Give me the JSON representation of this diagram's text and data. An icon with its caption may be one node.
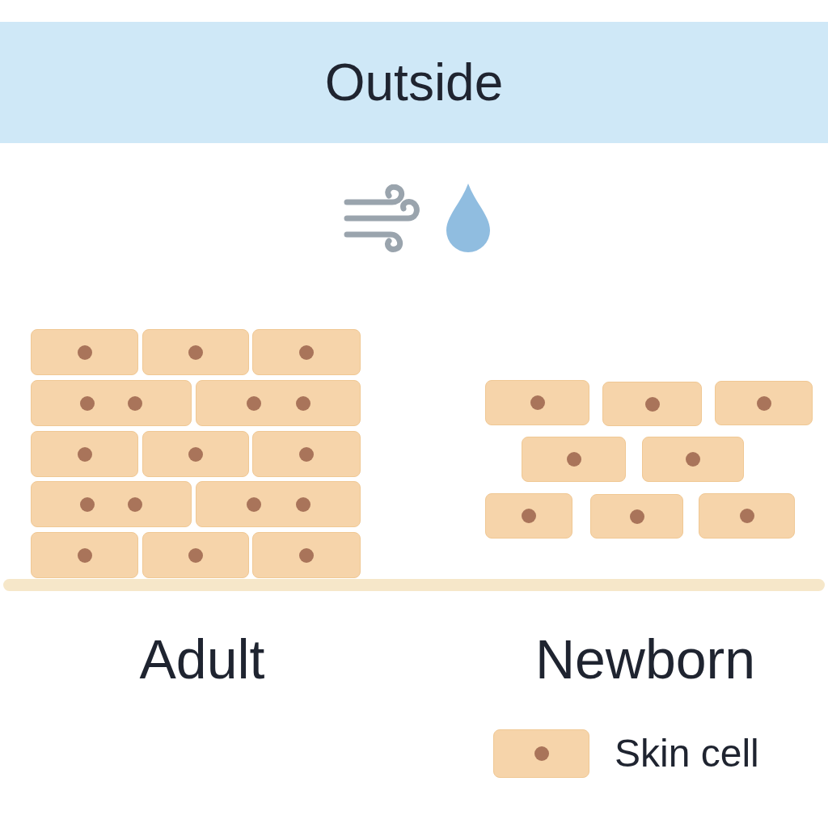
{
  "diagram": {
    "nodes": [
      {
        "text": [
          "Outside"
        ]
      }
    ],
    "labels": [
      "Adult",
      "Newborn"
    ],
    "legend": [
      {
        "text": "Skin cell",
        "color": "#f6d4aa"
      }
    ]
  }
}
